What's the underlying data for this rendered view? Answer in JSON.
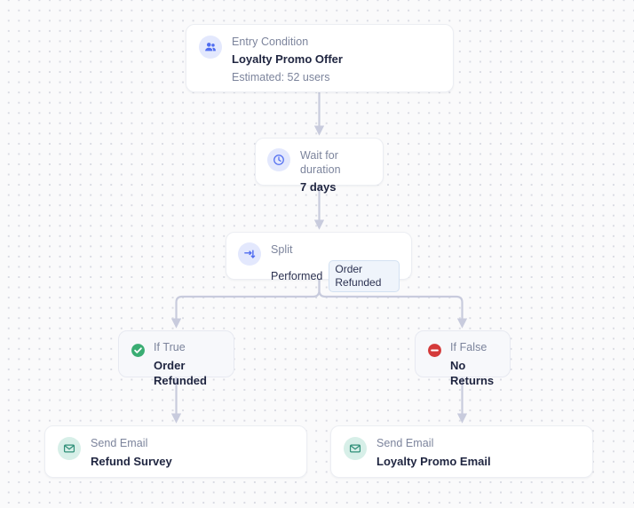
{
  "canvas": {
    "background_color": "#fafafb",
    "dot_color": "#d9dbe3",
    "connector_color": "#c8cbdd"
  },
  "nodes": {
    "entry": {
      "icon": "users-icon",
      "icon_color": "#4f6cf0",
      "icon_bg": "#e3e8fd",
      "kicker": "Entry Condition",
      "title": "Loyalty Promo Offer",
      "sub": "Estimated: 52 users"
    },
    "wait": {
      "icon": "clock-icon",
      "icon_color": "#4f6cf0",
      "icon_bg": "#e3e8fd",
      "kicker": "Wait for duration",
      "title": "7 days"
    },
    "split": {
      "icon": "split-branch-icon",
      "icon_color": "#4f6cf0",
      "icon_bg": "#e3e8fd",
      "kicker": "Split",
      "condition_label": "Performed",
      "condition_chip": "Order Refunded"
    },
    "if_true": {
      "icon": "check-circle-icon",
      "icon_color": "#3aad73",
      "kicker": "If True",
      "title": "Order Refunded"
    },
    "if_false": {
      "icon": "minus-circle-icon",
      "icon_color": "#d43a3a",
      "kicker": "If False",
      "title": "No Returns"
    },
    "email_left": {
      "icon": "envelope-icon",
      "icon_color": "#2f8f78",
      "icon_bg": "#d7efe8",
      "kicker": "Send Email",
      "title": "Refund Survey"
    },
    "email_right": {
      "icon": "envelope-icon",
      "icon_color": "#2f8f78",
      "icon_bg": "#d7efe8",
      "kicker": "Send Email",
      "title": "Loyalty Promo Email"
    }
  }
}
